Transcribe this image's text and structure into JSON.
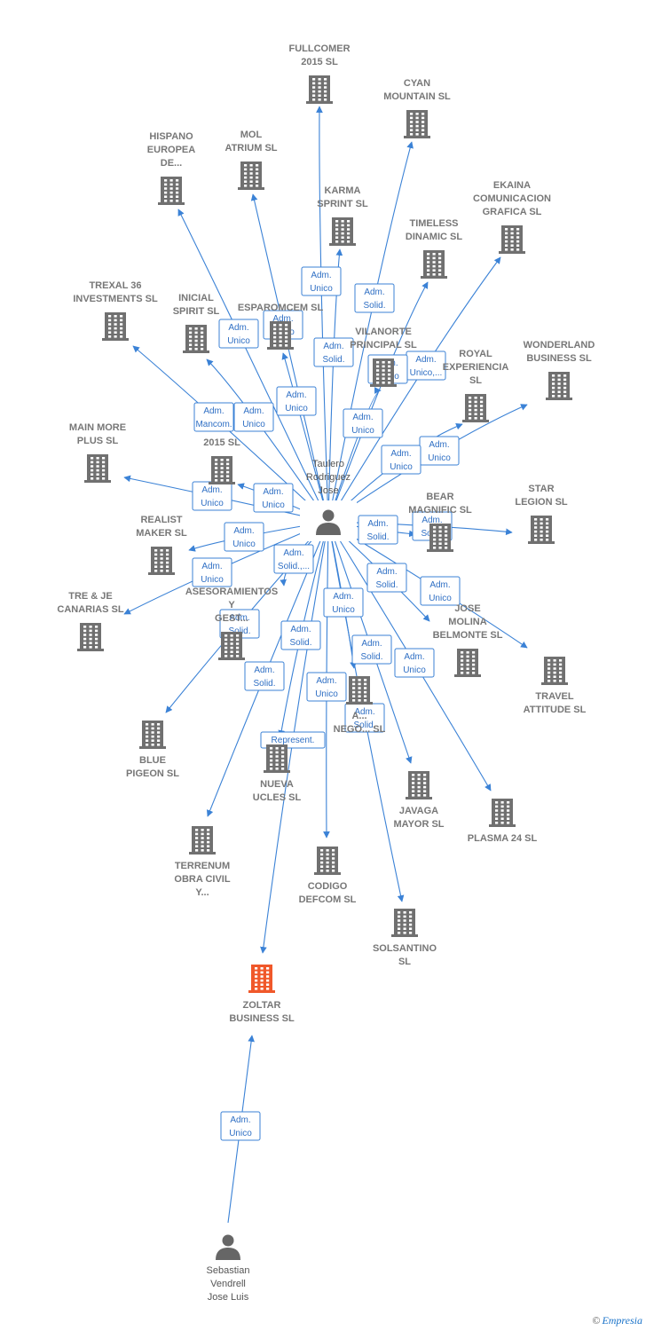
{
  "center": {
    "id": "taulero",
    "label": [
      "Taulero",
      "Rodriguez",
      "Jose"
    ]
  },
  "bottom_person": {
    "id": "sebastian",
    "label": [
      "Sebastian",
      "Vendrell",
      "Jose Luis"
    ]
  },
  "focus": {
    "id": "zoltar",
    "label": [
      "ZOLTAR",
      "BUSINESS  SL"
    ],
    "color": "#f0582a"
  },
  "colors": {
    "node": "#707070",
    "edge": "#3b82d6",
    "focus": "#f0582a"
  },
  "companies": [
    {
      "id": "fullcomer",
      "label": [
        "FULLCOMER",
        "2015  SL"
      ]
    },
    {
      "id": "cyan",
      "label": [
        "CYAN",
        "MOUNTAIN  SL"
      ]
    },
    {
      "id": "hispano",
      "label": [
        "HISPANO",
        "EUROPEA",
        "DE..."
      ]
    },
    {
      "id": "mol",
      "label": [
        "MOL",
        "ATRIUM  SL"
      ]
    },
    {
      "id": "karma",
      "label": [
        "KARMA",
        "SPRINT  SL"
      ]
    },
    {
      "id": "ekaina",
      "label": [
        "EKAINA",
        "COMUNICACION",
        "GRAFICA  SL"
      ]
    },
    {
      "id": "timeless",
      "label": [
        "TIMELESS",
        "DINAMIC  SL"
      ]
    },
    {
      "id": "trexal",
      "label": [
        "TREXAL 36",
        "INVESTMENTS SL"
      ]
    },
    {
      "id": "inicial",
      "label": [
        "INICIAL",
        "SPIRIT  SL"
      ]
    },
    {
      "id": "esparomcem",
      "label": [
        "ESPAROMCEM SL"
      ]
    },
    {
      "id": "vilanorte",
      "label": [
        "VILANORTE",
        "PRINCIPAL  SL"
      ]
    },
    {
      "id": "wonderland",
      "label": [
        "WONDERLAND",
        "BUSINESS  SL"
      ]
    },
    {
      "id": "royal",
      "label": [
        "ROYAL",
        "EXPERIENCIA",
        "SL"
      ]
    },
    {
      "id": "mainmore",
      "label": [
        "MAIN MORE",
        "PLUS  SL"
      ]
    },
    {
      "id": "x2015",
      "label": [
        "2015  SL"
      ]
    },
    {
      "id": "bear",
      "label": [
        "BEAR",
        "MAGNIFIC  SL"
      ]
    },
    {
      "id": "star",
      "label": [
        "STAR",
        "LEGION  SL"
      ]
    },
    {
      "id": "realist",
      "label": [
        "REALIST",
        "MAKER  SL"
      ]
    },
    {
      "id": "asesoramientos",
      "label": [
        "ASESORAMIENTOS",
        "Y",
        "GEST..."
      ]
    },
    {
      "id": "treje",
      "label": [
        "TRE & JE",
        "CANARIAS  SL"
      ]
    },
    {
      "id": "josemolina",
      "label": [
        "JOSE",
        "MOLINA",
        "BELMONTE  SL"
      ]
    },
    {
      "id": "travel",
      "label": [
        "TRAVEL",
        "ATTITUDE  SL"
      ]
    },
    {
      "id": "anegocios",
      "label": [
        "A...",
        "NEGO...  SL"
      ]
    },
    {
      "id": "blue",
      "label": [
        "BLUE",
        "PIGEON  SL"
      ]
    },
    {
      "id": "nueva",
      "label": [
        "NUEVA",
        "UCLES  SL"
      ]
    },
    {
      "id": "javaga",
      "label": [
        "JAVAGA",
        "MAYOR  SL"
      ]
    },
    {
      "id": "plasma",
      "label": [
        "PLASMA 24 SL"
      ]
    },
    {
      "id": "terrenum",
      "label": [
        "TERRENUM",
        "OBRA CIVIL",
        "Y..."
      ]
    },
    {
      "id": "codigo",
      "label": [
        "CODIGO",
        "DEFCOM  SL"
      ]
    },
    {
      "id": "solsantino",
      "label": [
        "SOLSANTINO",
        "SL"
      ]
    }
  ],
  "edges": [
    {
      "to": "fullcomer",
      "label": [
        "Adm.",
        "Unico"
      ]
    },
    {
      "to": "cyan",
      "label": [
        "Adm.",
        "Solid."
      ]
    },
    {
      "to": "hispano",
      "label": [
        "Adm.",
        "Unico"
      ]
    },
    {
      "to": "mol",
      "label": [
        "Adm.",
        "Unico"
      ]
    },
    {
      "to": "karma",
      "label": [
        "Adm.",
        "Solid."
      ]
    },
    {
      "to": "ekaina",
      "label": [
        "Adm.",
        "Unico,..."
      ]
    },
    {
      "to": "timeless",
      "label": [
        "Adm.",
        "Unico"
      ]
    },
    {
      "to": "trexal",
      "label": [
        "Adm.",
        "Mancom."
      ]
    },
    {
      "to": "inicial",
      "label": [
        "Adm.",
        "Unico"
      ]
    },
    {
      "to": "esparomcem",
      "label": [
        "Adm.",
        "Unico"
      ]
    },
    {
      "to": "vilanorte",
      "label": [
        "Adm.",
        "Unico"
      ]
    },
    {
      "to": "wonderland",
      "label": [
        "Adm.",
        "Unico"
      ]
    },
    {
      "to": "royal",
      "label": [
        "Adm.",
        "Unico"
      ]
    },
    {
      "to": "mainmore",
      "label": [
        "Adm.",
        "Unico"
      ]
    },
    {
      "to": "x2015",
      "label": [
        "Adm.",
        "Unico"
      ]
    },
    {
      "to": "bear",
      "label": [
        "Adm.",
        "Solid."
      ]
    },
    {
      "to": "star",
      "label": [
        "Adm.",
        "Solid."
      ]
    },
    {
      "to": "realist",
      "label": [
        "Adm.",
        "Unico"
      ]
    },
    {
      "to": "asesoramientos",
      "label": [
        "Adm.",
        "Solid.,..."
      ]
    },
    {
      "to": "treje",
      "label": [
        "Adm.",
        "Unico"
      ]
    },
    {
      "to": "josemolina",
      "label": [
        "Adm.",
        "Solid."
      ]
    },
    {
      "to": "travel",
      "label": [
        "Adm.",
        "Unico"
      ]
    },
    {
      "to": "anegocios",
      "label": [
        "Adm.",
        "Unico"
      ]
    },
    {
      "to": "blue",
      "label": [
        "Adm.",
        "Solid."
      ]
    },
    {
      "to": "nueva",
      "label": [
        "Adm.",
        "Solid."
      ]
    },
    {
      "to": "javaga",
      "label": [
        "Adm.",
        "Solid."
      ]
    },
    {
      "to": "plasma",
      "label": [
        "Adm.",
        "Unico"
      ]
    },
    {
      "to": "terrenum",
      "label": [
        "Adm.",
        "Solid."
      ]
    },
    {
      "to": "codigo",
      "label": [
        "Adm.",
        "Unico"
      ]
    },
    {
      "to": "solsantino",
      "label": [
        "Adm.",
        "Solid."
      ]
    },
    {
      "to": "zoltar",
      "label": [
        "Represent."
      ]
    },
    {
      "from": "sebastian",
      "to": "zoltar",
      "label": [
        "Adm.",
        "Unico"
      ]
    }
  ],
  "footer": {
    "copyright": "©",
    "brand": "Empresia"
  }
}
